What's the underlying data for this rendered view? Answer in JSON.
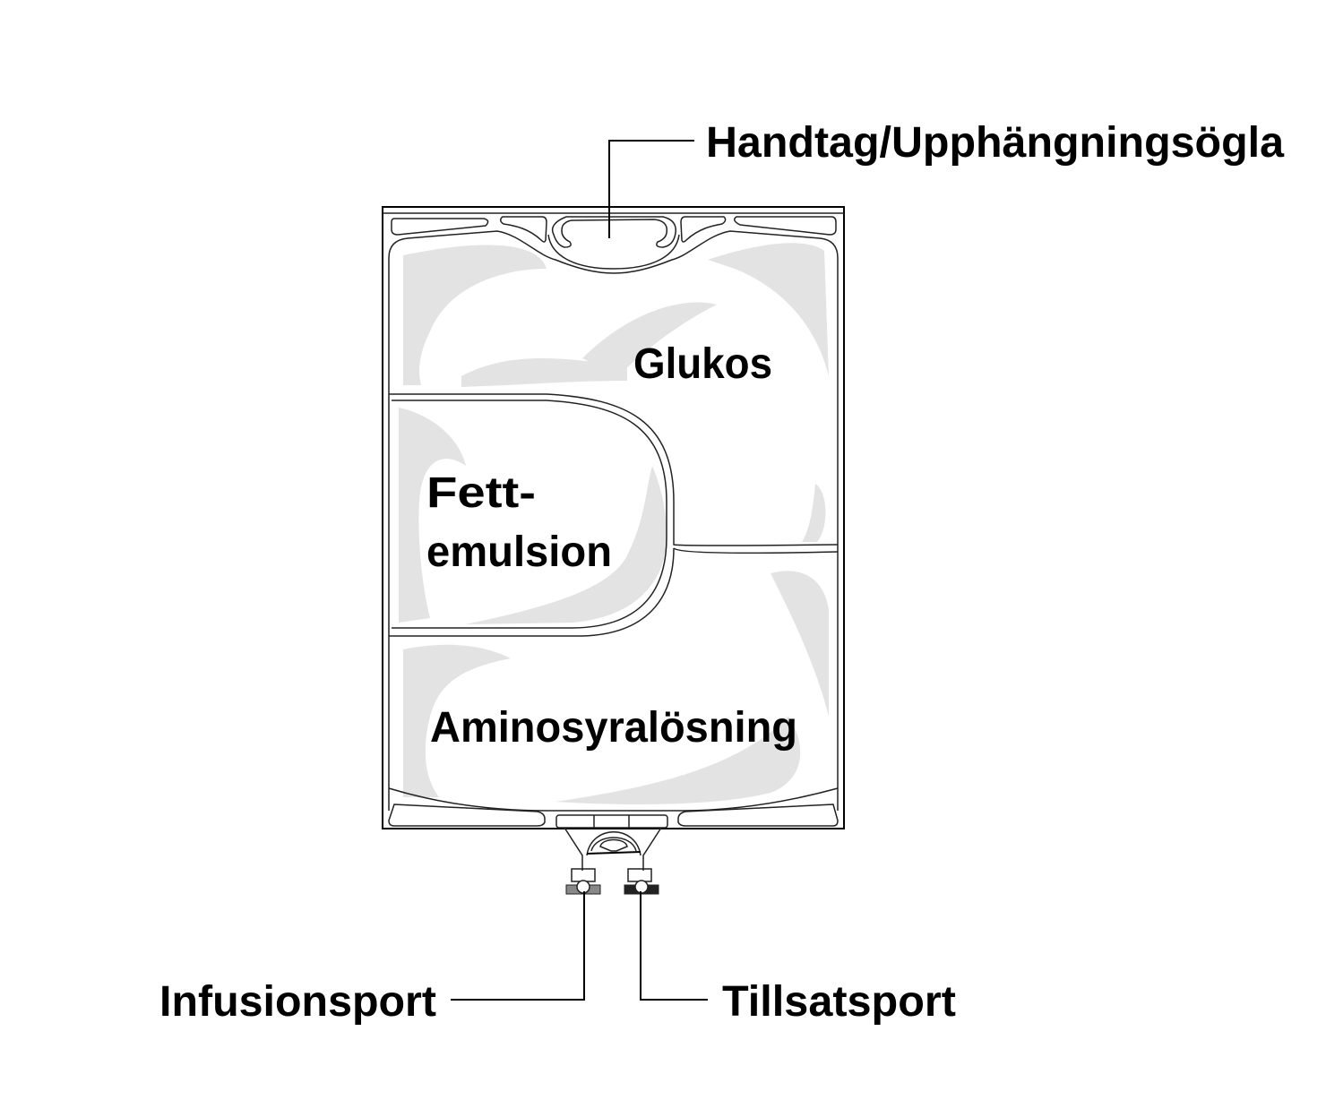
{
  "title": "Infusionspåse med tre kammare",
  "labels": {
    "handle": "Handtag/Upphängningsögla",
    "glucose": "Glukos",
    "fat_line1": "Fett-",
    "fat_line2": "emulsion",
    "amino": "Aminosyralösning",
    "infusion_port": "Infusionsport",
    "additive_port": "Tillsatsport"
  },
  "colors": {
    "outline": "#000000",
    "shading": "#e3e3e3"
  }
}
